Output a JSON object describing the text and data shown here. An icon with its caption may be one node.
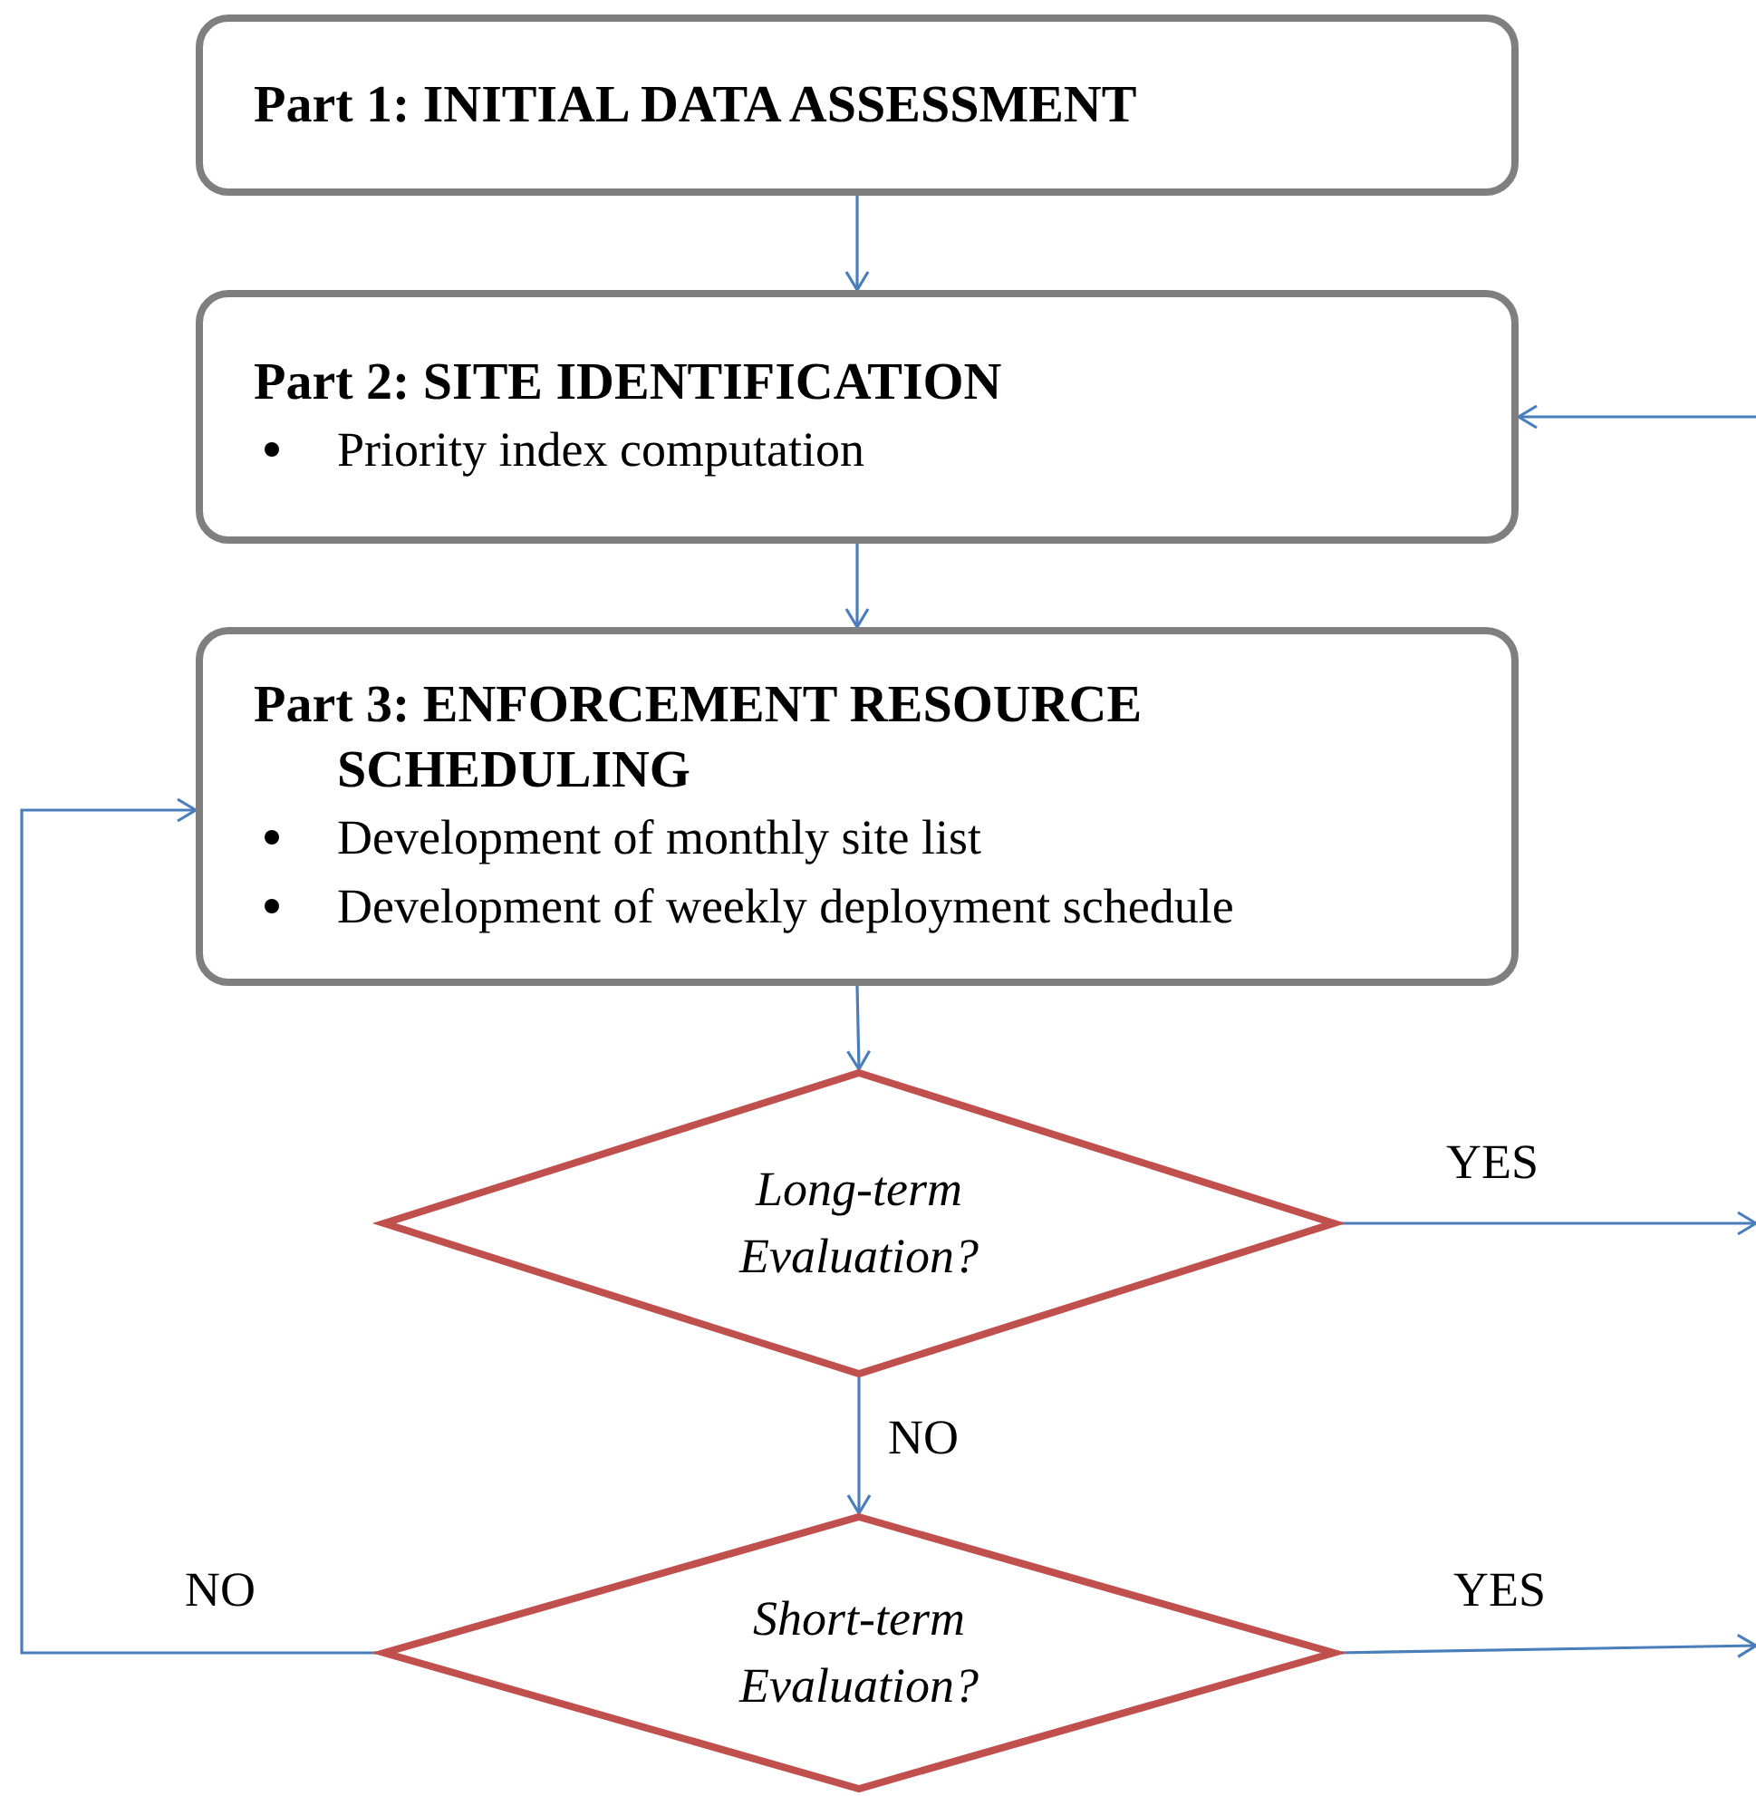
{
  "diagram": {
    "nodes": [
      {
        "text": [
          "Part 1: INITIAL DATA ASSESSMENT"
        ]
      },
      {
        "text": [
          "Part 2: SITE IDENTIFICATION",
          "Priority index computation"
        ]
      },
      {
        "text": [
          "Part 3: ENFORCEMENT RESOURCE SCHEDULING",
          "Development of monthly site list",
          "Development of weekly deployment schedule"
        ]
      },
      {
        "text": [
          "Long-term Evaluation?"
        ]
      },
      {
        "text": [
          "Short-term Evaluation?"
        ]
      }
    ],
    "edges": [
      {
        "from": 0,
        "to": 1,
        "arrow": "to"
      },
      {
        "from": 1,
        "to": 2,
        "arrow": "to"
      },
      {
        "from": 2,
        "to": 3,
        "arrow": "to"
      },
      {
        "from": 3,
        "to": null,
        "arrow": "to",
        "label": "YES"
      },
      {
        "from": 3,
        "to": 4,
        "arrow": "to",
        "label": "NO"
      },
      {
        "from": 4,
        "to": 2,
        "arrow": "to",
        "label": "NO"
      },
      {
        "from": 4,
        "to": null,
        "arrow": "to",
        "label": "YES"
      },
      {
        "from": null,
        "to": 1,
        "arrow": "to"
      }
    ]
  }
}
